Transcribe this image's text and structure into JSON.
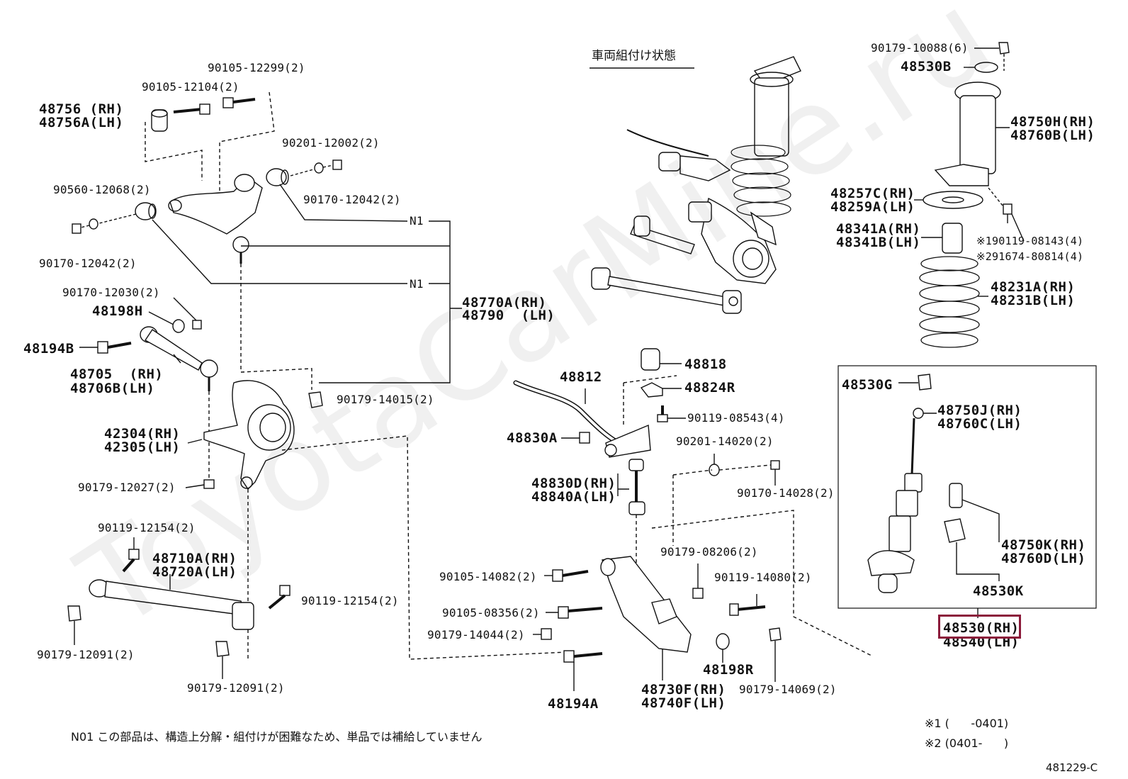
{
  "title": "車両組付け状態",
  "watermark": "ToyotaCarMine.ru",
  "diagram_id": "481229-C",
  "note_n1": "N01 この部品は、構造上分解・組付けが困難なため、単品では補給していません",
  "footnote_1": "※1 (      -0401)",
  "footnote_2": "※2 (0401-      )",
  "highlight_color": "#8b1a3a",
  "highlighted_part": "48530 (RH)",
  "parts": {
    "p90105_12299": "90105-12299(2)",
    "p90105_12104": "90105-12104(2)",
    "p48756": "48756 (RH)",
    "p48756a": "48756A(LH)",
    "p90201_12002": "90201-12002(2)",
    "p90170_12042a": "90170-12042(2)",
    "p90560_12068": "90560-12068(2)",
    "p90170_12042b": "90170-12042(2)",
    "n1a": "N1",
    "n1b": "N1",
    "p48770a": "48770A(RH)",
    "p48790": "48790  (LH)",
    "p90170_12030": "90170-12030(2)",
    "p48198h": "48198H",
    "p48194b": "48194B",
    "p48705": "48705  (RH)",
    "p48706b": "48706B(LH)",
    "p90179_14015": "90179-14015(2)",
    "p42304": "42304(RH)",
    "p42305": "42305(LH)",
    "p90179_12027": "90179-12027(2)",
    "p90119_12154a": "90119-12154(2)",
    "p48710a": "48710A(RH)",
    "p48720a": "48720A(LH)",
    "p90119_12154b": "90119-12154(2)",
    "p90179_12091a": "90179-12091(2)",
    "p90179_12091b": "90179-12091(2)",
    "p48818": "48818",
    "p48812": "48812",
    "p48824r": "48824R",
    "p90119_08543": "90119-08543(4)",
    "p48830a": "48830A",
    "p90201_14020": "90201-14020(2)",
    "p48830d": "48830D(RH)",
    "p48840a": "48840A(LH)",
    "p90170_14028": "90170-14028(2)",
    "p90179_08206": "90179-08206(2)",
    "p90105_14082": "90105-14082(2)",
    "p90119_14080": "90119-14080(2)",
    "p90105_08356": "90105-08356(2)",
    "p90179_14044": "90179-14044(2)",
    "p48198r": "48198R",
    "p48194a": "48194A",
    "p48730f": "48730F(RH)",
    "p48740f": "48740F(LH)",
    "p90179_14069": "90179-14069(2)",
    "p90179_10088": "90179-10088(6)",
    "p48530b": "48530B",
    "p48750h": "48750H(RH)",
    "p48760b": "48760B(LH)",
    "p48257c": "48257C(RH)",
    "p48259a": "48259A(LH)",
    "p48341a": "48341A(RH)",
    "p48341b": "48341B(LH)",
    "p90119_08143": "※190119-08143(4)",
    "p91674_80814": "※291674-80814(4)",
    "p48231a": "48231A(RH)",
    "p48231b": "48231B(LH)",
    "p48530g": "48530G",
    "p48750j": "48750J(RH)",
    "p48760c": "48760C(LH)",
    "p48750k": "48750K(RH)",
    "p48760d": "48760D(LH)",
    "p48530k": "48530K",
    "p48530": "48530(RH)",
    "p48540": "48540(LH)"
  }
}
